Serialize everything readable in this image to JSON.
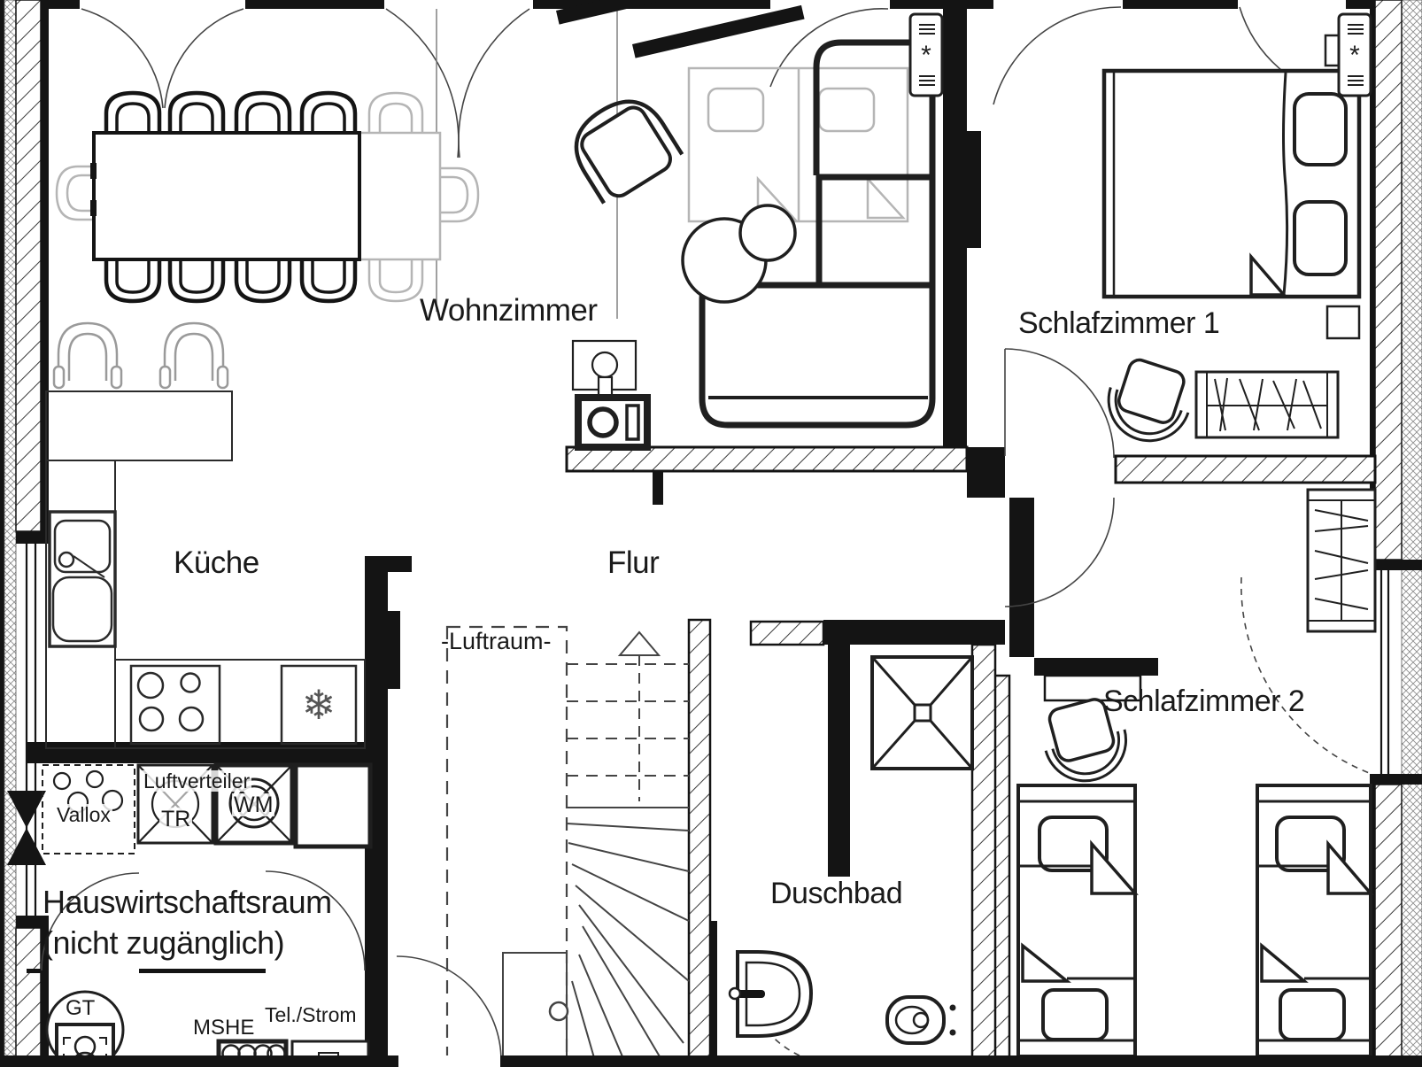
{
  "rooms": {
    "wohnzimmer": {
      "label": "Wohnzimmer"
    },
    "schlafzimmer1": {
      "label": "Schlafzimmer 1"
    },
    "schlafzimmer2": {
      "label": "Schlafzimmer 2"
    },
    "kueche": {
      "label": "Küche"
    },
    "flur": {
      "label": "Flur"
    },
    "luftraum": {
      "label": "-Luftraum-"
    },
    "duschbad": {
      "label": "Duschbad"
    },
    "hauswirtschaftsraum": {
      "label_line1": "Hauswirtschaftsraum",
      "label_line2": "(nicht zugänglich)"
    }
  },
  "equipment": {
    "vallox": "Vallox",
    "luftverteiler": "Luftverteiler",
    "tr": "TR",
    "wm": "WM",
    "gt": "GT",
    "mshe": "MSHE",
    "tel_strom": "Tel./Strom"
  },
  "symbols": {
    "freezer_icon": "❄",
    "radiator_icon": "*"
  },
  "colors": {
    "wall": "#141414",
    "line": "#1a1a1a",
    "ghost": "#b5b5b5",
    "hatch": "#3a3a3a",
    "background": "#ffffff"
  }
}
